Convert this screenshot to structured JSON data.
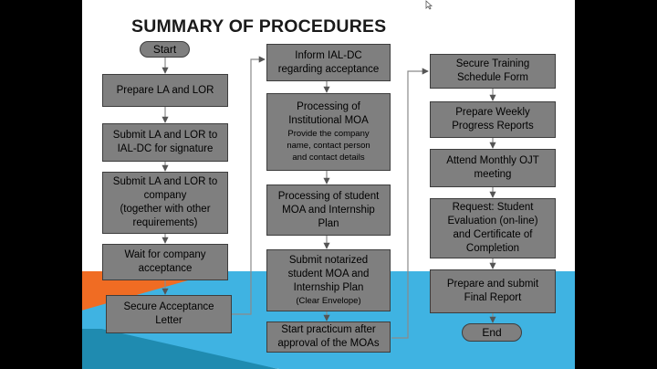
{
  "title": "SUMMARY OF PROCEDURES",
  "column1": {
    "start": "Start",
    "steps": [
      [
        "Prepare LA and LOR"
      ],
      [
        "Submit LA and LOR to",
        "IAL-DC for signature"
      ],
      [
        "Submit LA and LOR to",
        "company",
        "(together with other",
        "requirements)"
      ],
      [
        "Wait for company",
        "acceptance"
      ],
      [
        "Secure Acceptance",
        "Letter"
      ]
    ]
  },
  "column2": {
    "steps": [
      [
        "Inform IAL-DC",
        "regarding acceptance"
      ],
      [
        "Processing of",
        "Institutional MOA"
      ],
      [
        "Processing of student",
        "MOA and Internship",
        "Plan"
      ],
      [
        "Submit notarized",
        "student MOA and",
        "Internship Plan"
      ],
      [
        "Start practicum after",
        "approval of the MOAs"
      ]
    ],
    "moa_note": [
      "Provide the company",
      "name, contact person",
      "and contact details"
    ],
    "envelope_note": "(Clear Envelope)"
  },
  "column3": {
    "steps": [
      [
        "Secure Training",
        "Schedule Form"
      ],
      [
        "Prepare Weekly",
        "Progress Reports"
      ],
      [
        "Attend Monthly OJT",
        "meeting"
      ],
      [
        "Request: Student",
        "Evaluation (on-line)",
        "and Certificate of",
        "Completion"
      ],
      [
        "Prepare and submit",
        "Final Report"
      ]
    ],
    "end": "End"
  },
  "colors": {
    "box_fill": "#7f7f7f",
    "box_border": "#3d3d3d",
    "accent_orange": "#f06c23",
    "accent_blue": "#3fb3e2",
    "accent_teal": "#1f8bb0"
  }
}
